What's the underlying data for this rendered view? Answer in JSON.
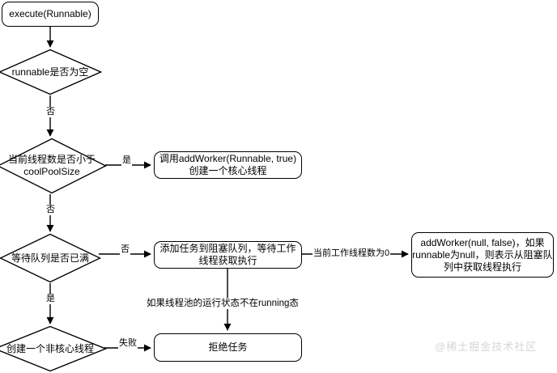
{
  "diagram": {
    "type": "flowchart",
    "title": "Java ThreadPoolExecutor execute() flow",
    "background": "#ffffff",
    "line_color": "#000000",
    "text_color": "#000000"
  },
  "nodes": {
    "start": {
      "shape": "rounded-rect",
      "label": "execute(Runnable)"
    },
    "decision_runnable_null": {
      "shape": "diamond",
      "label": "runnable是否为空"
    },
    "decision_core_size": {
      "shape": "diamond",
      "label_line1": "当前线程数是否小于",
      "label_line2": "coolPoolSize"
    },
    "add_core_worker": {
      "shape": "rounded-rect",
      "label_line1": "调用addWorker(Runnable, true)",
      "label_line2": "创建一个核心线程"
    },
    "decision_queue_full": {
      "shape": "diamond",
      "label": "等待队列是否已满"
    },
    "enqueue_task": {
      "shape": "rounded-rect",
      "label_line1": "添加任务到阻塞队列，等待工作",
      "label_line2": "线程获取执行"
    },
    "add_null_worker": {
      "shape": "rounded-rect",
      "label_line1": "addWorker(null, false)，如果",
      "label_line2": "runnable为null，则表示从阻塞队",
      "label_line3": "列中获取线程执行"
    },
    "decision_non_core": {
      "shape": "diamond",
      "label": "创建一个非核心线程"
    },
    "reject_task": {
      "shape": "rounded-rect",
      "label": "拒绝任务"
    }
  },
  "edge_labels": {
    "runnable_null_no": "否",
    "core_size_yes": "是",
    "core_size_no": "否",
    "queue_full_no": "否",
    "queue_full_yes": "是",
    "non_core_fail": "失败",
    "worker_count_zero": "当前工作线程数为0"
  },
  "annotations": {
    "not_running_state": "如果线程池的运行状态不在running态"
  },
  "watermark": {
    "text": "@稀土掘金技术社区"
  }
}
